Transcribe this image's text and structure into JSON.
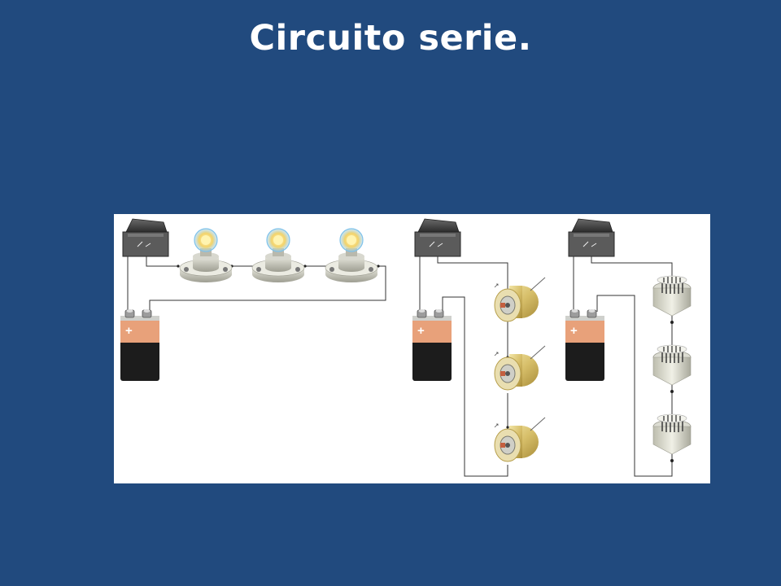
{
  "slide": {
    "title": "Circuito serie."
  },
  "diagram": {
    "battery_label": "+",
    "colors": {
      "background": "#214a7e",
      "panel": "#ffffff",
      "battery_top": "#e8a17a",
      "battery_body": "#1c1c1c",
      "wire": "#333333"
    },
    "circuits": [
      {
        "name": "lamps",
        "components": [
          "switch",
          "bulb",
          "bulb",
          "bulb",
          "battery"
        ]
      },
      {
        "name": "motors",
        "components": [
          "switch",
          "motor",
          "motor",
          "motor",
          "battery"
        ]
      },
      {
        "name": "buzzers",
        "components": [
          "switch",
          "buzzer",
          "buzzer",
          "buzzer",
          "battery"
        ]
      }
    ]
  }
}
